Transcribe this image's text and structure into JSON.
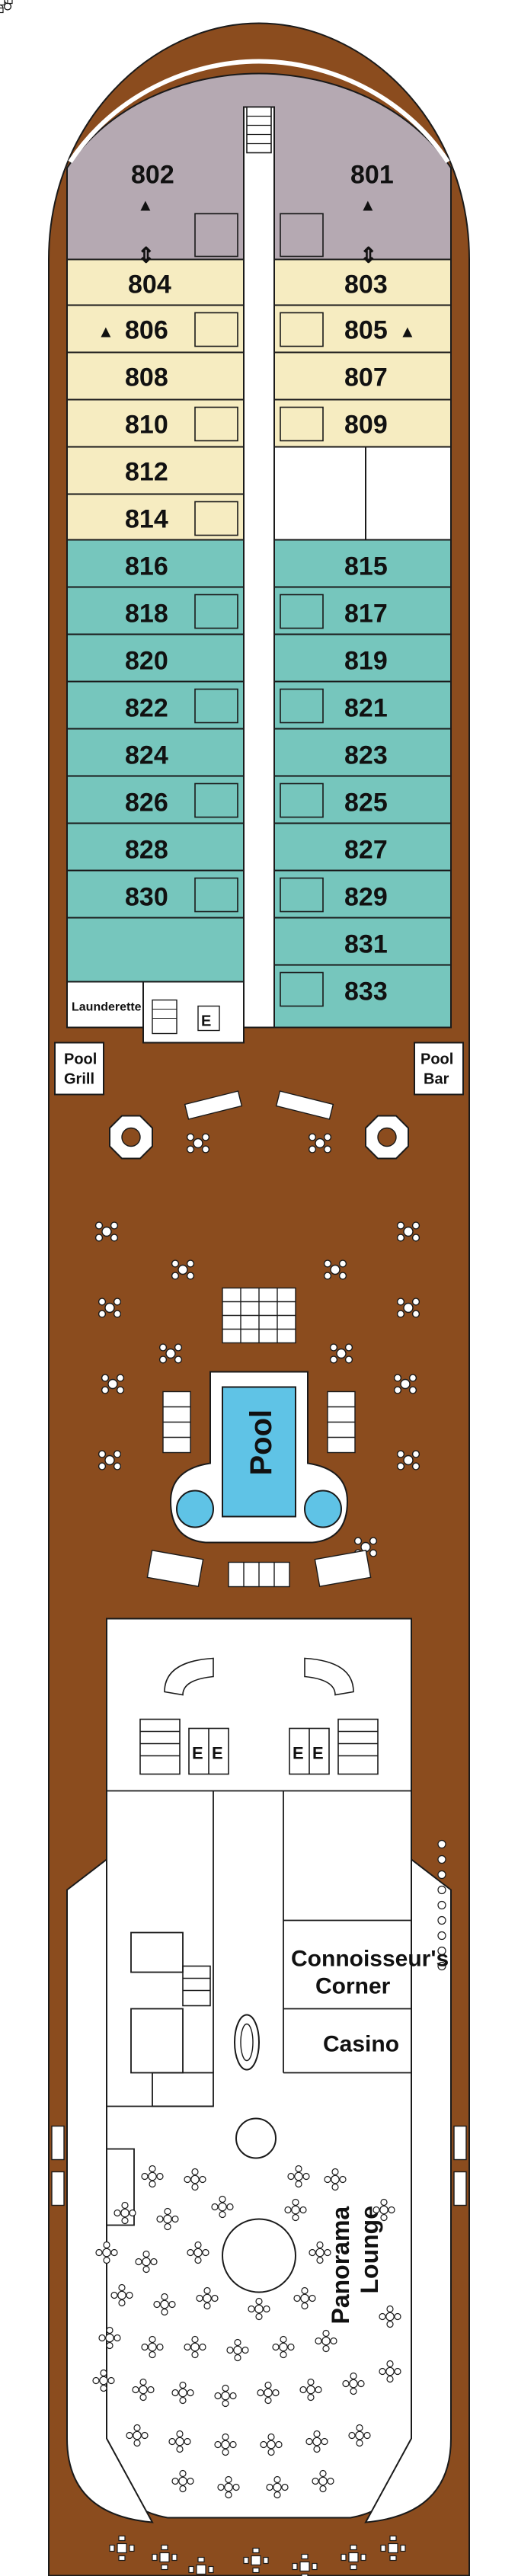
{
  "deck": {
    "colors": {
      "hull": "#8b4c1e",
      "suite": "#b5a9b2",
      "deluxe": "#f6ecc1",
      "verandah": "#76c6bd",
      "public": "#ffffff",
      "pool": "#5fc3e6",
      "line": "#1a1a1a"
    },
    "cabins": {
      "c802": "802",
      "c801": "801",
      "c804": "804",
      "c803": "803",
      "c806": "806",
      "c805": "805",
      "c808": "808",
      "c807": "807",
      "c810": "810",
      "c809": "809",
      "c812": "812",
      "c814": "814",
      "c816": "816",
      "c815": "815",
      "c818": "818",
      "c817": "817",
      "c820": "820",
      "c819": "819",
      "c822": "822",
      "c821": "821",
      "c824": "824",
      "c823": "823",
      "c826": "826",
      "c825": "825",
      "c828": "828",
      "c827": "827",
      "c830": "830",
      "c829": "829",
      "c831": "831",
      "c833": "833"
    },
    "symbols": {
      "triangle": "▲",
      "updown": "⇕"
    },
    "venues": {
      "launderette": "Launderette",
      "pool_grill_1": "Pool",
      "pool_grill_2": "Grill",
      "pool_bar_1": "Pool",
      "pool_bar_2": "Bar",
      "pool": "Pool",
      "connoisseurs_1": "Connoisseur's",
      "connoisseurs_2": "Corner",
      "casino": "Casino",
      "panorama_1": "Panorama",
      "panorama_2": "Lounge",
      "elevator": "E"
    }
  }
}
